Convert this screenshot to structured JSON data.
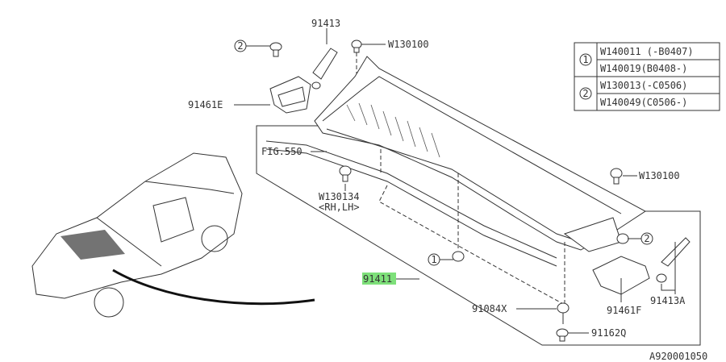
{
  "labels": {
    "p91413": "91413",
    "w130100_top": "W130100",
    "p91461e": "91461E",
    "fig550": "FIG.550",
    "w130134": "W130134",
    "rh_lh": "<RH,LH>",
    "w130100_right": "W130100",
    "p91411": "91411",
    "p91084x": "91084X",
    "p91162q": "91162Q",
    "p91461f": "91461F",
    "p91413a": "91413A",
    "code": "A920001050",
    "callout1": "1",
    "callout2": "2"
  },
  "legend": {
    "groups": [
      {
        "mark": "1",
        "rows": [
          "W140011 (-B0407)",
          "W140019(B0408-)"
        ]
      },
      {
        "mark": "2",
        "rows": [
          "W130013(-C0506)",
          "W140049(C0506-)"
        ]
      }
    ]
  },
  "highlight_color": "#7ee07a"
}
